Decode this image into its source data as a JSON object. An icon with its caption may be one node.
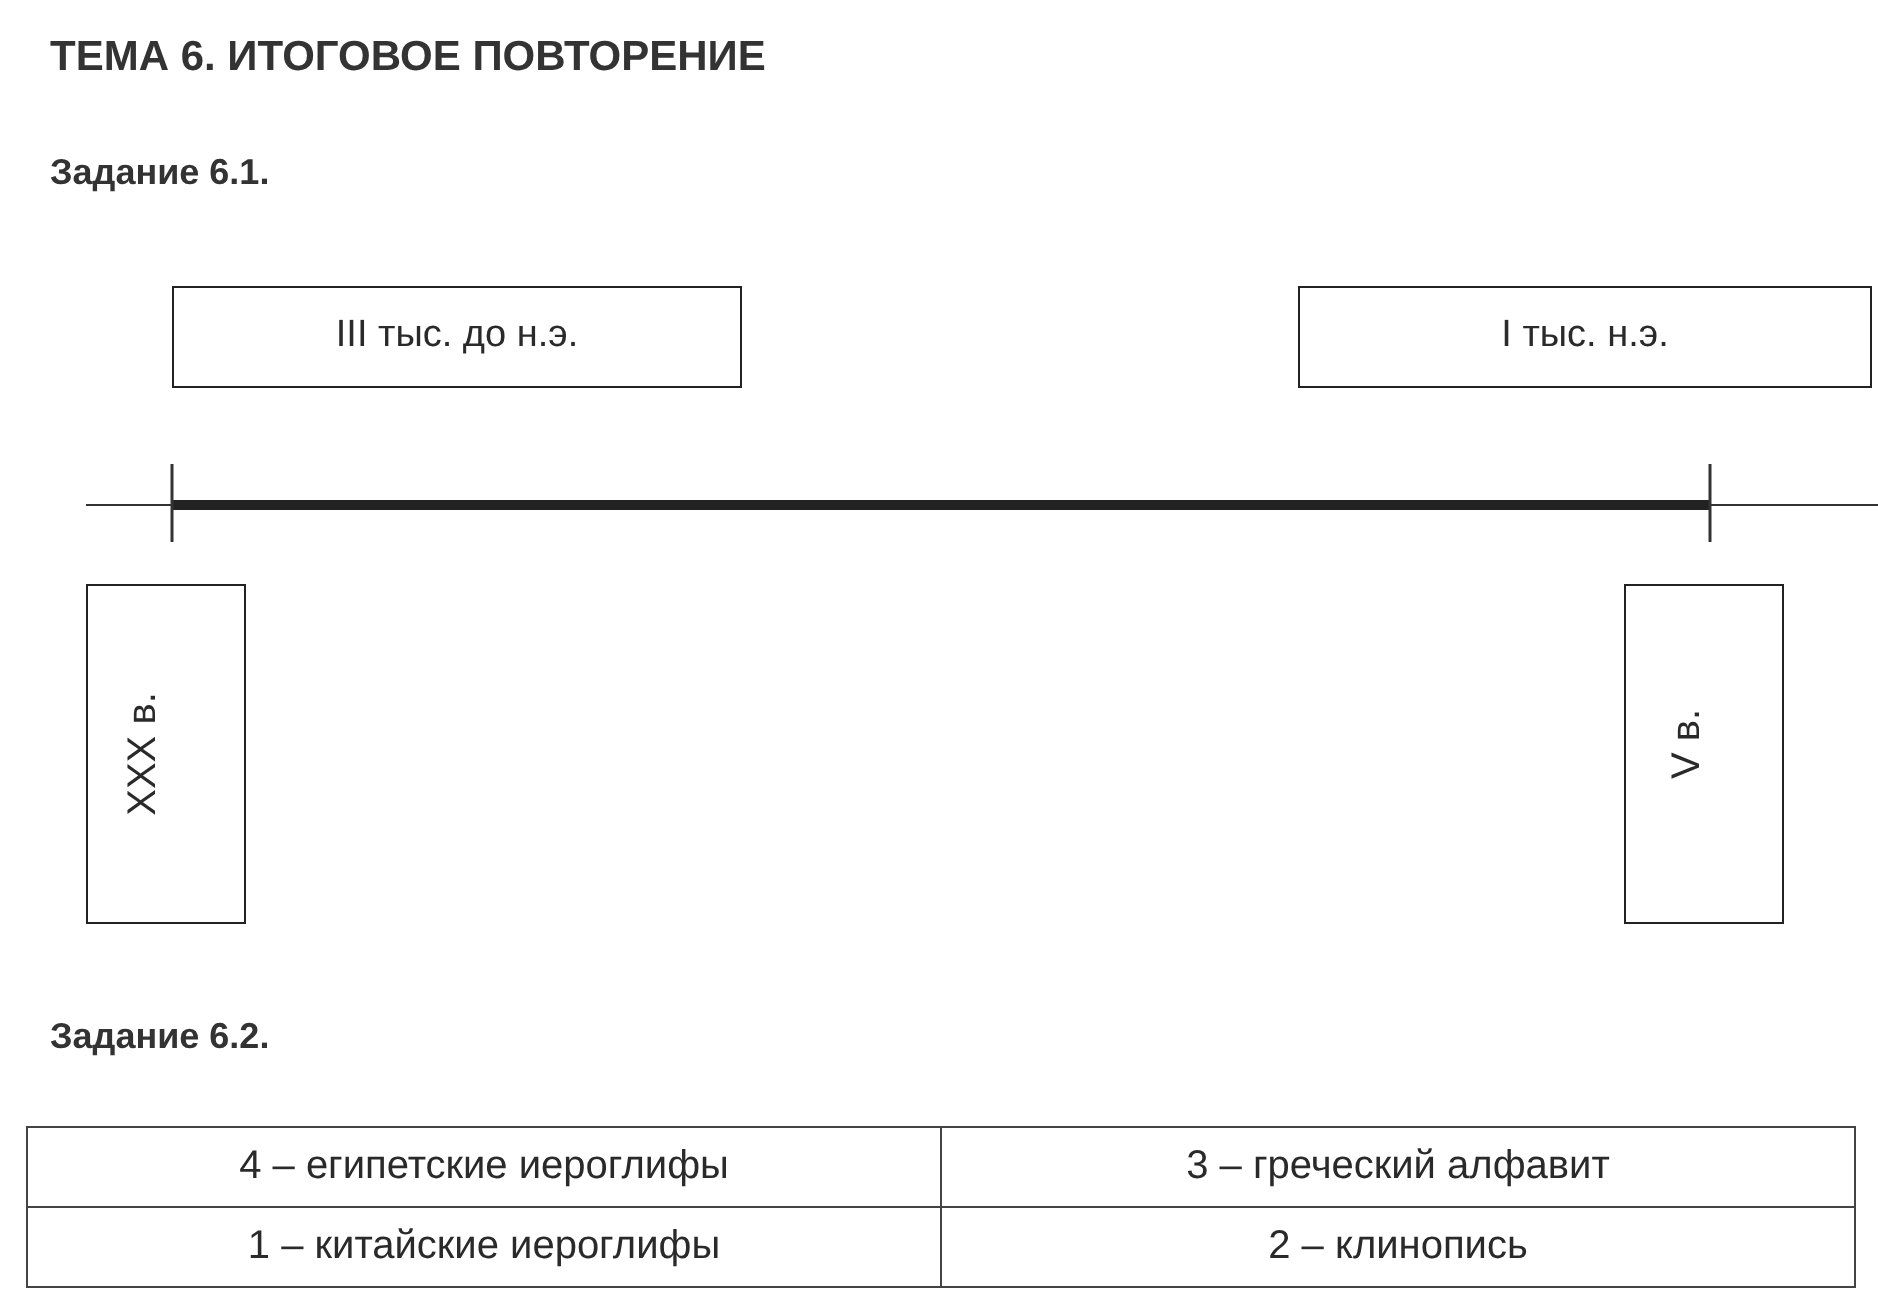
{
  "diagram": {
    "title": "ТЕМА 6. ИТОГОВОЕ ПОВТОРЕНИЕ",
    "nodes": [
      {
        "text": [
          "III тыс. до н.э."
        ]
      },
      {
        "text": [
          "I тыс. н.э."
        ]
      },
      {
        "text": [
          "XXX в."
        ]
      },
      {
        "text": [
          "V в."
        ]
      }
    ],
    "labels": [
      "Задание 6.1.",
      "Задание 6.2.",
      "4 – египетские иероглифы",
      "3 – греческий алфавит",
      "1 – китайские иероглифы",
      "2 – клинопись"
    ]
  }
}
